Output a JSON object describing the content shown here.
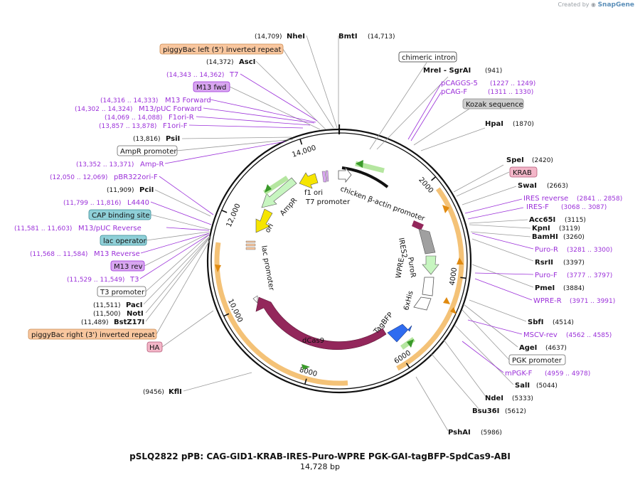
{
  "branding": {
    "created_by": "Created by",
    "brand": "SnapGene"
  },
  "plasmid": {
    "name": "pSLQ2822 pPB: CAG-GID1-KRAB-IRES-Puro-WPRE PGK-GAI-tagBFP-SpdCas9-ABI",
    "length_label": "14,728 bp",
    "length": 14728
  },
  "ticks": [
    "2000",
    "4000",
    "6000",
    "8000",
    "10,000",
    "12,000",
    "14,000"
  ],
  "tick_values": [
    2000,
    4000,
    6000,
    8000,
    10000,
    12000,
    14000
  ],
  "enzymes": [
    {
      "name": "NheI",
      "pos": "(14,709)",
      "site": 14709
    },
    {
      "name": "BmtI",
      "pos": "(14,713)",
      "site": 14713
    },
    {
      "name": "AscI",
      "pos": "(14,372)",
      "site": 14372
    },
    {
      "name": "PsiI",
      "pos": "(13,816)",
      "site": 13816
    },
    {
      "name": "PciI",
      "pos": "(11,909)",
      "site": 11909
    },
    {
      "name": "PacI",
      "pos": "(11,511)",
      "site": 11511
    },
    {
      "name": "NotI",
      "pos": "(11,500)",
      "site": 11500
    },
    {
      "name": "BstZ17I",
      "pos": "(11,489)",
      "site": 11489
    },
    {
      "name": "KflI",
      "pos": "(9456)",
      "site": 9456
    },
    {
      "name": "MreI - SgrAI",
      "pos": "(941)",
      "site": 941
    },
    {
      "name": "HpaI",
      "pos": "(1870)",
      "site": 1870
    },
    {
      "name": "SpeI",
      "pos": "(2420)",
      "site": 2420
    },
    {
      "name": "SwaI",
      "pos": "(2663)",
      "site": 2663
    },
    {
      "name": "Acc65I",
      "pos": "(3115)",
      "site": 3115
    },
    {
      "name": "KpnI",
      "pos": "(3119)",
      "site": 3119
    },
    {
      "name": "BamHI",
      "pos": "(3260)",
      "site": 3260
    },
    {
      "name": "RsrII",
      "pos": "(3397)",
      "site": 3397
    },
    {
      "name": "PmeI",
      "pos": "(3884)",
      "site": 3884
    },
    {
      "name": "SbfI",
      "pos": "(4514)",
      "site": 4514
    },
    {
      "name": "AgeI",
      "pos": "(4637)",
      "site": 4637
    },
    {
      "name": "SalI",
      "pos": "(5044)",
      "site": 5044
    },
    {
      "name": "NdeI",
      "pos": "(5333)",
      "site": 5333
    },
    {
      "name": "Bsu36I",
      "pos": "(5612)",
      "site": 5612
    },
    {
      "name": "PshAI",
      "pos": "(5986)",
      "site": 5986
    }
  ],
  "primers": [
    {
      "name": "T7",
      "pos": "(14,343 .. 14,362)",
      "site": 14352
    },
    {
      "name": "M13 Forward",
      "pos": "(14,316 .. 14,333)",
      "site": 14324
    },
    {
      "name": "M13/pUC Forward",
      "pos": "(14,302 .. 14,324)",
      "site": 14313
    },
    {
      "name": "F1ori-R",
      "pos": "(14,069 .. 14,088)",
      "site": 14078
    },
    {
      "name": "F1ori-F",
      "pos": "(13,857 .. 13,878)",
      "site": 13867
    },
    {
      "name": "Amp-R",
      "pos": "(13,352 .. 13,371)",
      "site": 13361
    },
    {
      "name": "pBR322ori-F",
      "pos": "(12,050 .. 12,069)",
      "site": 12059
    },
    {
      "name": "L4440",
      "pos": "(11,799 .. 11,816)",
      "site": 11807
    },
    {
      "name": "M13/pUC Reverse",
      "pos": "(11,581 .. 11,603)",
      "site": 11592
    },
    {
      "name": "M13 Reverse",
      "pos": "(11,568 .. 11,584)",
      "site": 11576
    },
    {
      "name": "T3",
      "pos": "(11,529 .. 11,549)",
      "site": 11539
    },
    {
      "name": "pCAGGS-5",
      "pos": "(1227 .. 1249)",
      "site": 1238
    },
    {
      "name": "pCAG-F",
      "pos": "(1311 .. 1330)",
      "site": 1320
    },
    {
      "name": "IRES reverse",
      "pos": "(2841 .. 2858)",
      "site": 2850
    },
    {
      "name": "IRES-F",
      "pos": "(3068 .. 3087)",
      "site": 3077
    },
    {
      "name": "Puro-R",
      "pos": "(3281 .. 3300)",
      "site": 3290
    },
    {
      "name": "Puro-F",
      "pos": "(3777 .. 3797)",
      "site": 3787
    },
    {
      "name": "WPRE-R",
      "pos": "(3971 .. 3991)",
      "site": 3981
    },
    {
      "name": "MSCV-rev",
      "pos": "(4562 .. 4585)",
      "site": 4573
    },
    {
      "name": "mPGK-F",
      "pos": "(4959 .. 4978)",
      "site": 4968
    }
  ],
  "boxed_labels": [
    {
      "text": "piggyBac left (5') inverted repeat",
      "fill": "#f9c79f",
      "stroke": "#c98a50"
    },
    {
      "text": "M13 fwd",
      "fill": "#d8a6f0",
      "stroke": "#9b30d9"
    },
    {
      "text": "AmpR promoter",
      "fill": "#ffffff",
      "stroke": "#666666"
    },
    {
      "text": "CAP binding site",
      "fill": "#8fd0d8",
      "stroke": "#3a8a94"
    },
    {
      "text": "lac operator",
      "fill": "#8fd0d8",
      "stroke": "#3a8a94"
    },
    {
      "text": "M13 rev",
      "fill": "#d8a6f0",
      "stroke": "#9b30d9"
    },
    {
      "text": "T3 promoter",
      "fill": "#ffffff",
      "stroke": "#666666"
    },
    {
      "text": "piggyBac right (3') inverted repeat",
      "fill": "#f9c79f",
      "stroke": "#c98a50"
    },
    {
      "text": "HA",
      "fill": "#f3b6c8",
      "stroke": "#b35a77"
    },
    {
      "text": "chimeric intron",
      "fill": "#ffffff",
      "stroke": "#333333"
    },
    {
      "text": "Kozak sequence",
      "fill": "#cccccc",
      "stroke": "#888888"
    },
    {
      "text": "KRAB",
      "fill": "#f3b6c8",
      "stroke": "#b35a77"
    },
    {
      "text": "PGK promoter",
      "fill": "#ffffff",
      "stroke": "#666666"
    }
  ],
  "features": [
    {
      "name": "chicken β-actin promoter",
      "color": "#111111"
    },
    {
      "name": "IRES2",
      "color": "#a0a0a0"
    },
    {
      "name": "PuroR",
      "color": "#c7f5c0"
    },
    {
      "name": "WPRE",
      "color": "#ffffff"
    },
    {
      "name": "6xHis",
      "color": "#ffffff"
    },
    {
      "name": "TagBFP",
      "color": "#2f6cf0"
    },
    {
      "name": "dCas9",
      "color": "#93275b"
    },
    {
      "name": "lac promoter",
      "color": "#ffffff"
    },
    {
      "name": "ori",
      "color": "#f6e500"
    },
    {
      "name": "AmpR",
      "color": "#c7f5c0"
    },
    {
      "name": "f1 ori",
      "color": "#f6e500"
    },
    {
      "name": "T7 promoter",
      "color": "#ffffff"
    }
  ],
  "colors": {
    "primer": "#9b30d9",
    "orange_band": "#f4c277",
    "orange_arrow": "#e08a10",
    "green_band": "#b5e6a0",
    "green_arrow": "#3a9a2a",
    "dcas9": "#93275b",
    "tagbfp": "#2f6cf0"
  }
}
